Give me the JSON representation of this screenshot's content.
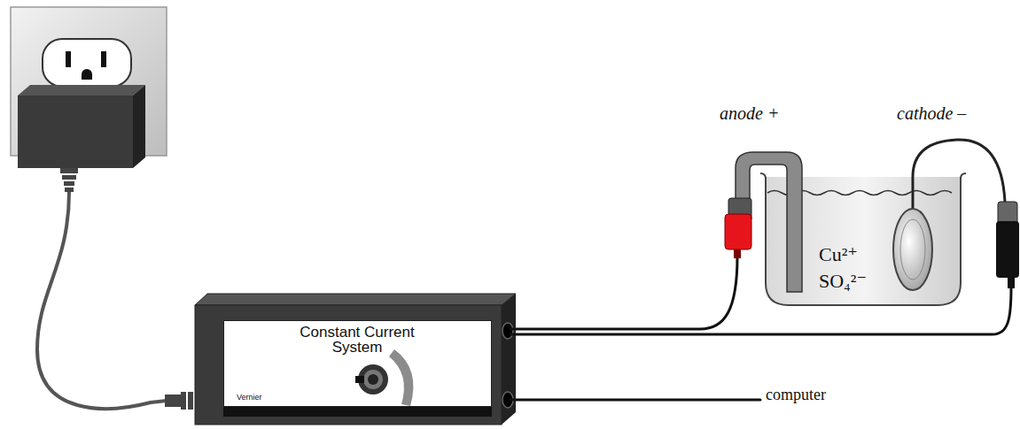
{
  "diagram": {
    "nodes": [
      {
        "text": [
          "Constant Current System",
          "Vernier"
        ]
      },
      {
        "text": [
          "Cu²⁺",
          "SO₄²⁻"
        ]
      }
    ],
    "labels": [
      "anode +",
      "cathode –",
      "computer"
    ]
  }
}
